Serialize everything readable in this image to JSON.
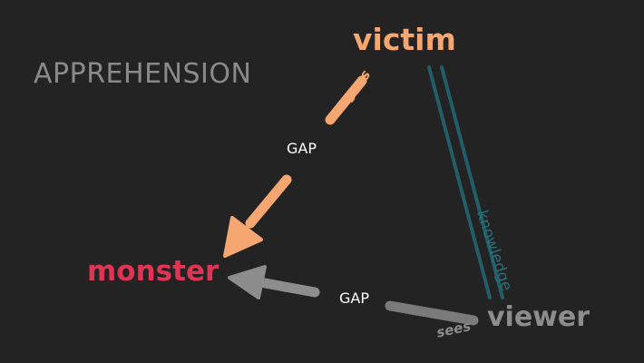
{
  "diagram": {
    "title": "APPREHENSION",
    "nodes": {
      "victim": "victim",
      "monster": "monster",
      "viewer": "viewer"
    },
    "edges": {
      "victim_sees_label": "sees",
      "viewer_sees_label": "sees",
      "knowledge_label": "knowledge",
      "gap_victim_label": "GAP",
      "gap_viewer_label": "GAP"
    },
    "colors": {
      "background": "#232323",
      "victim": "#f6a670",
      "monster": "#e03454",
      "viewer": "#8d8d8d",
      "knowledge": "#2a6e7a",
      "title": "#8a8a8a",
      "gap": "#ffffff"
    }
  }
}
